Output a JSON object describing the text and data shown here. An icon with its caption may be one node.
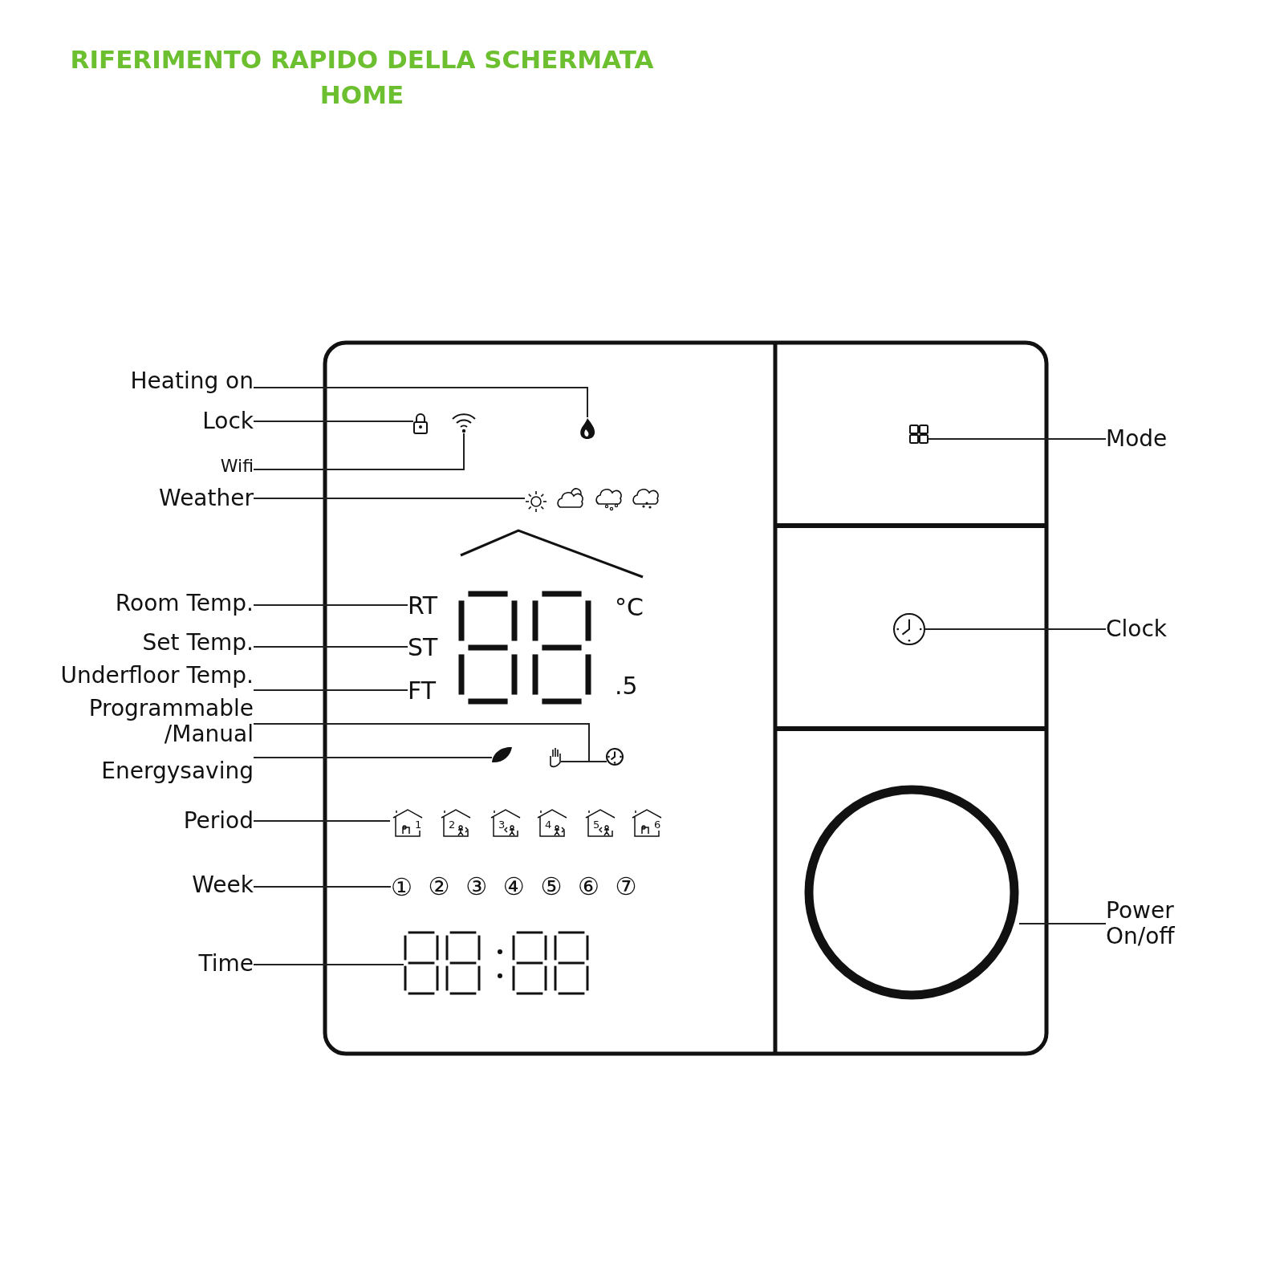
{
  "diagram": {
    "title": "RIFERIMENTO RAPIDO DELLA SCHERMATA HOME",
    "nodes": [
      {
        "text": [
          "Heating on"
        ]
      },
      {
        "text": [
          "Lock"
        ]
      },
      {
        "text": [
          "Wifi"
        ]
      },
      {
        "text": [
          "Weather"
        ]
      },
      {
        "text": [
          "Room Temp."
        ]
      },
      {
        "text": [
          "Set Temp."
        ]
      },
      {
        "text": [
          "Underfloor Temp."
        ]
      },
      {
        "text": [
          "Programmable /Manual"
        ]
      },
      {
        "text": [
          "Energysaving"
        ]
      },
      {
        "text": [
          "Period"
        ]
      },
      {
        "text": [
          "Week"
        ]
      },
      {
        "text": [
          "Time"
        ]
      },
      {
        "text": [
          "Mode"
        ]
      },
      {
        "text": [
          "Clock"
        ]
      },
      {
        "text": [
          "Power On/off"
        ]
      },
      {
        "text": [],
        "shape": "flame"
      },
      {
        "text": [],
        "shape": "padlock"
      },
      {
        "text": [],
        "shape": "wifi"
      },
      {
        "text": [],
        "shape": "sun"
      },
      {
        "text": [
          "RT"
        ]
      },
      {
        "text": [
          "ST"
        ]
      },
      {
        "text": [
          "FT"
        ]
      },
      {
        "text": [],
        "shape": "hand"
      },
      {
        "text": [],
        "shape": "clock"
      },
      {
        "text": [],
        "shape": "leaf"
      },
      {
        "text": [
          "1"
        ]
      },
      {
        "text": [
          "2"
        ]
      },
      {
        "text": [
          "3"
        ]
      },
      {
        "text": [
          "4"
        ]
      },
      {
        "text": [
          "5"
        ]
      },
      {
        "text": [
          "6"
        ]
      },
      {
        "text": [
          "①"
        ]
      },
      {
        "text": [],
        "shape": "display"
      },
      {
        "text": [],
        "shape": "grid"
      },
      {
        "text": [],
        "shape": "clock"
      },
      {
        "text": [],
        "shape": "circle"
      }
    ],
    "edges": [
      {
        "from": 0,
        "to": 15,
        "arrow": "none"
      },
      {
        "from": 1,
        "to": 16,
        "arrow": "none"
      },
      {
        "from": 2,
        "to": 17,
        "arrow": "none"
      },
      {
        "from": 3,
        "to": 18,
        "arrow": "none"
      },
      {
        "from": 4,
        "to": 19,
        "arrow": "none"
      },
      {
        "from": 5,
        "to": 20,
        "arrow": "none"
      },
      {
        "from": 6,
        "to": 21,
        "arrow": "none"
      },
      {
        "from": 7,
        "to": 22,
        "arrow": "none"
      },
      {
        "from": 7,
        "to": 23,
        "arrow": "none"
      },
      {
        "from": 8,
        "to": 24,
        "arrow": "none"
      },
      {
        "from": 9,
        "to": 25,
        "arrow": "none"
      },
      {
        "from": 10,
        "to": 31,
        "arrow": "none"
      },
      {
        "from": 11,
        "to": 32,
        "arrow": "none"
      },
      {
        "from": 12,
        "to": 33,
        "arrow": "none"
      },
      {
        "from": 13,
        "to": 34,
        "arrow": "none"
      },
      {
        "from": 14,
        "to": 35,
        "arrow": "none"
      }
    ],
    "labels": [
      "°C",
      ".5",
      "②",
      "③",
      "④",
      "⑤",
      "⑥",
      "⑦"
    ]
  }
}
